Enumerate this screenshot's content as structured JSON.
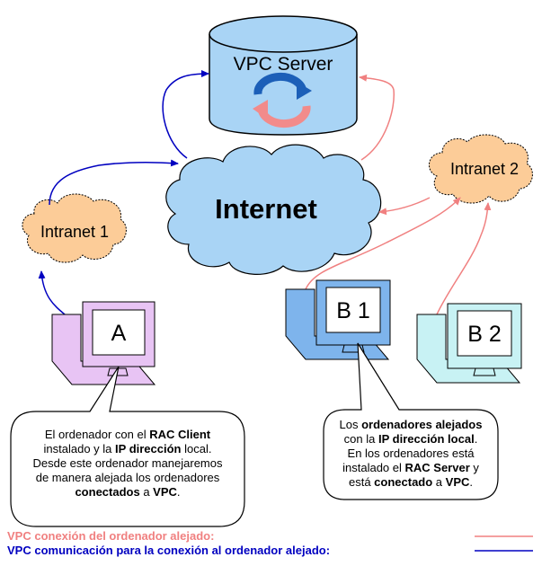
{
  "server": {
    "label": "VPC Server"
  },
  "internet": {
    "label": "Internet"
  },
  "intranet1": {
    "label": "Intranet 1"
  },
  "intranet2": {
    "label": "Intranet 2"
  },
  "computers": {
    "a": "A",
    "b1": "B 1",
    "b2": "B 2"
  },
  "caption_left": {
    "l1a": "El ordenador con el ",
    "l1b": "RAC Client",
    "l2a": "instalado y la ",
    "l2b": "IP dirección",
    "l2c": " local.",
    "l3": "Desde este ordenador manejaremos",
    "l4": "de manera alejada los ordenadores",
    "l5a": "conectados",
    "l5b": " a ",
    "l5c": "VPC",
    "l5d": "."
  },
  "caption_right": {
    "l1a": "Los ",
    "l1b": "ordenadores alejados",
    "l2a": "con la ",
    "l2b": "IP dirección local",
    "l2c": ".",
    "l3": "En los ordenadores está",
    "l4a": "instalado el ",
    "l4b": "RAC Server",
    "l4c": " y",
    "l5a": "está ",
    "l5b": "conectado",
    "l5c": " a ",
    "l5d": "VPC",
    "l5e": "."
  },
  "legend": {
    "remote_connection": "VPC conexión del ordenador alejado:",
    "remote_communication": "VPC comunicación para la conexión al ordenador alejado:",
    "remote_connection_color": "#f08080",
    "remote_communication_color": "#0000c0"
  }
}
